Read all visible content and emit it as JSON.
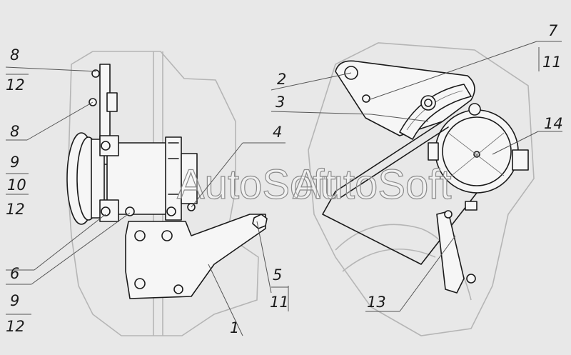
{
  "watermark": "AutoSoft",
  "callouts": {
    "c8a": "8",
    "c12a": "12",
    "c8b": "8",
    "c9a": "9",
    "c10": "10",
    "c12b": "12",
    "c6": "6",
    "c9b": "9",
    "c12c": "12",
    "c4": "4",
    "c5": "5",
    "c11a": "11",
    "c1": "1",
    "c2": "2",
    "c3": "3",
    "c7": "7",
    "c11b": "11",
    "c14": "14",
    "c13": "13"
  }
}
